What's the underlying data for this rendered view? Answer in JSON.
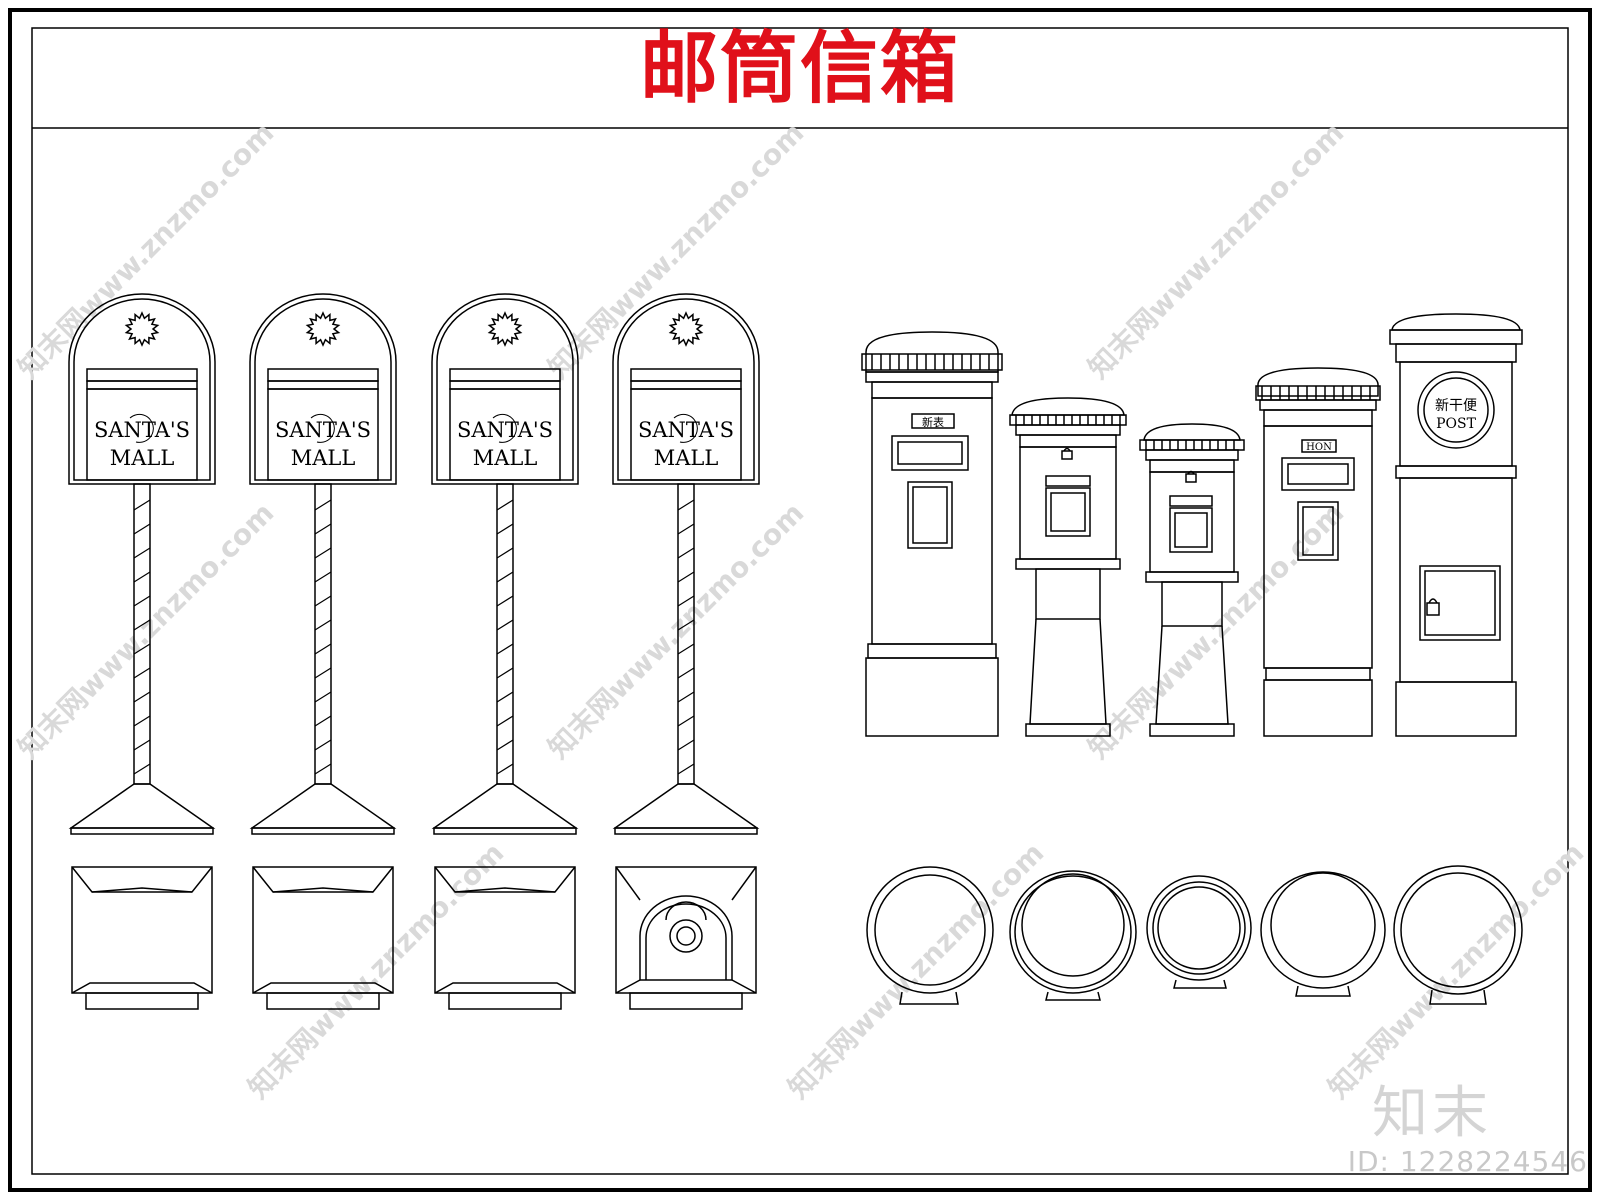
{
  "title": "邮筒信箱",
  "mailbox_label_line1": "SANTA'S",
  "mailbox_label_line2": "MALL",
  "pillar_labels": {
    "a": "新表",
    "b": "HON",
    "c_line1": "新干便",
    "c_line2": "POST"
  },
  "brand": "知末",
  "image_id": "ID: 1228224546",
  "watermark": "知末网www.znzmo.com",
  "colors": {
    "title": "#e0101a",
    "line": "#000000",
    "watermark": "#d9d9d9"
  }
}
